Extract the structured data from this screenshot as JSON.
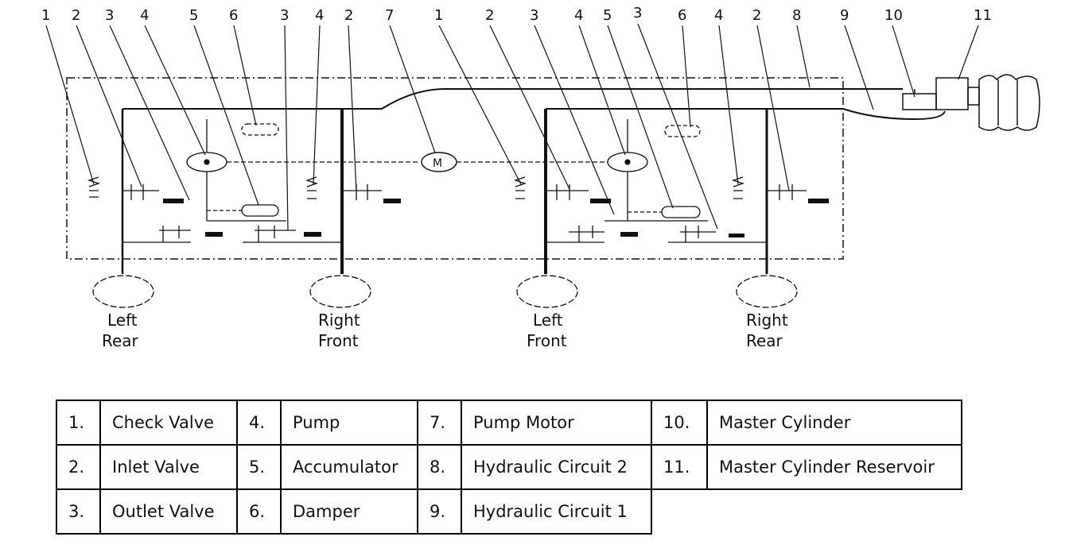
{
  "diagram": {
    "top_numbers": [
      "1",
      "2",
      "3",
      "4",
      "5",
      "6",
      "3",
      "4",
      "2",
      "7",
      "1",
      "2",
      "3",
      "4",
      "5",
      "3",
      "6",
      "4",
      "2",
      "8",
      "9",
      "10",
      "11"
    ],
    "wheels": {
      "left_rear": [
        "Left",
        "Rear"
      ],
      "right_front": [
        "Right",
        "Front"
      ],
      "left_front": [
        "Left",
        "Front"
      ],
      "right_rear": [
        "Right",
        "Rear"
      ]
    },
    "motor_label": "M"
  },
  "legend": {
    "rows": [
      [
        {
          "num": "1.",
          "label": "Check Valve"
        },
        {
          "num": "4.",
          "label": "Pump"
        },
        {
          "num": "7.",
          "label": "Pump Motor"
        },
        {
          "num": "10.",
          "label": "Master Cylinder"
        }
      ],
      [
        {
          "num": "2.",
          "label": "Inlet Valve"
        },
        {
          "num": "5.",
          "label": "Accumulator"
        },
        {
          "num": "8.",
          "label": "Hydraulic Circuit 2"
        },
        {
          "num": "11.",
          "label": "Master Cylinder Reservoir"
        }
      ],
      [
        {
          "num": "3.",
          "label": "Outlet Valve"
        },
        {
          "num": "6.",
          "label": "Damper"
        },
        {
          "num": "9.",
          "label": "Hydraulic Circuit 1"
        }
      ]
    ]
  }
}
